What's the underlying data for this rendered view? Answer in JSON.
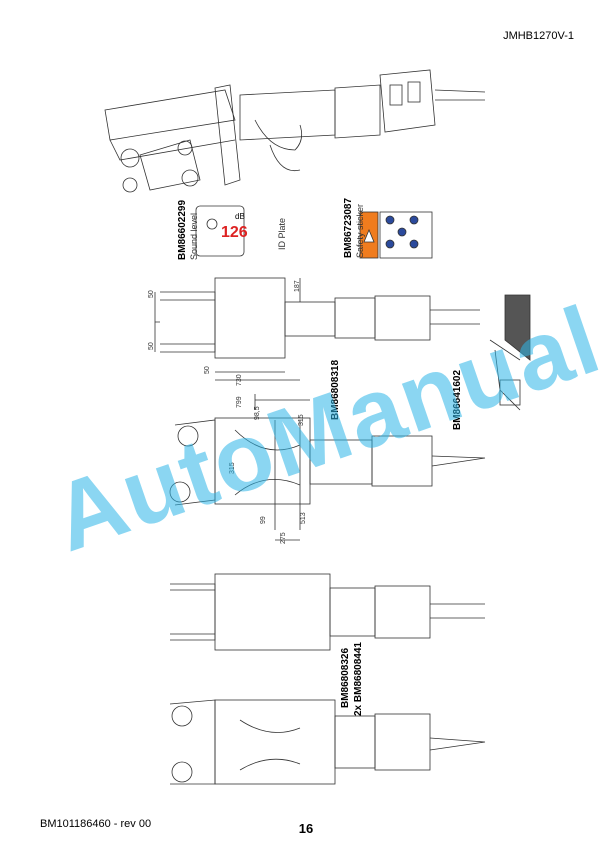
{
  "header": {
    "doc_code": "JMHB1270V-1"
  },
  "footer": {
    "doc_ref": "BM101186460 - rev 00",
    "page_number": "16"
  },
  "watermark": {
    "text": "AutoManual",
    "color": "#2eb6e8"
  },
  "callouts": {
    "sound_level": {
      "part_number": "BM86602299",
      "label": "Sound level",
      "value": "126",
      "unit": "dB"
    },
    "id_plate": {
      "label": "ID Plate"
    },
    "safety_sticker": {
      "part_number": "BM86723087",
      "label": "Safety sticker"
    },
    "side_view_part": {
      "part_number": "BM86808318"
    },
    "pin_part": {
      "part_number": "BM86641602"
    },
    "bottom_parts": {
      "part_number": "BM86808326",
      "qty_part": "2x BM86808441"
    }
  },
  "dimensions": [
    "50",
    "50",
    "187",
    "50",
    "730",
    "799",
    "315",
    "98,5",
    "315",
    "99",
    "275",
    "513"
  ]
}
